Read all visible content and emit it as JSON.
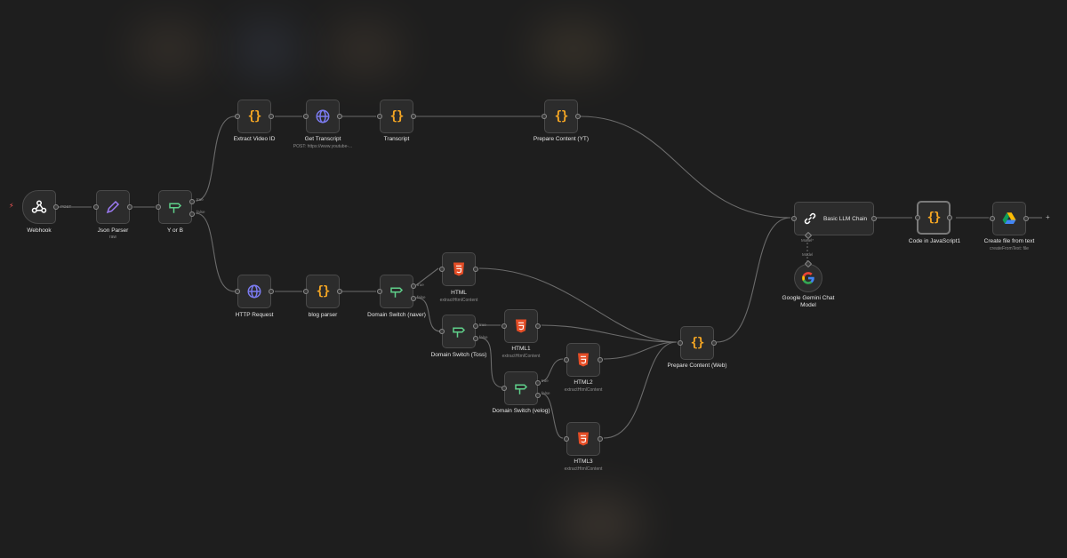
{
  "colors": {
    "canvas": "#1e1e1e",
    "node_bg": "#2c2c2c",
    "node_border": "#4a4a4a",
    "code_orange": "#f5a623",
    "http_purple": "#7b7bf0",
    "switch_green": "#5fd08a",
    "html_orange": "#e44d26",
    "trigger_red": "#ff5a5a"
  },
  "nodes": {
    "webhook": {
      "label": "Webhook",
      "icon": "webhook-icon"
    },
    "json_parser": {
      "label": "Json Parser",
      "sublabel": "raw",
      "icon": "pencil-icon"
    },
    "y_or_b": {
      "label": "Y or B",
      "icon": "switch-icon",
      "out_true": "true",
      "out_false": "false"
    },
    "extract_video_id": {
      "label": "Extract Video ID",
      "icon": "code-icon"
    },
    "get_transcript": {
      "label": "Get Transcript",
      "sublabel": "POST: https://www.youtube-...",
      "icon": "globe-icon"
    },
    "transcript": {
      "label": "Transcript",
      "icon": "code-icon"
    },
    "prepare_content_yt": {
      "label": "Prepare Content (YT)",
      "icon": "code-icon"
    },
    "http_request": {
      "label": "HTTP Request",
      "icon": "globe-icon"
    },
    "blog_parser": {
      "label": "blog parser",
      "icon": "code-icon"
    },
    "domain_switch_naver": {
      "label": "Domain Switch (naver)",
      "icon": "switch-icon",
      "out_true": "true",
      "out_false": "false"
    },
    "html": {
      "label": "HTML",
      "sublabel": "extractHtmlContent",
      "icon": "html5-icon"
    },
    "domain_switch_toss": {
      "label": "Domain Switch (Toss)",
      "icon": "switch-icon",
      "out_true": "true",
      "out_false": "false"
    },
    "html1": {
      "label": "HTML1",
      "sublabel": "extractHtmlContent",
      "icon": "html5-icon"
    },
    "html2": {
      "label": "HTML2",
      "sublabel": "extractHtmlContent",
      "icon": "html5-icon"
    },
    "domain_switch_velog": {
      "label": "Domain Switch (velog)",
      "icon": "switch-icon",
      "out_true": "true",
      "out_false": "false"
    },
    "html3": {
      "label": "HTML3",
      "sublabel": "extractHtmlContent",
      "icon": "html5-icon"
    },
    "prepare_content_web": {
      "label": "Prepare Content (Web)",
      "icon": "code-icon"
    },
    "basic_llm_chain": {
      "label": "Basic LLM Chain",
      "icon": "link-icon",
      "port_model": "Model*"
    },
    "gemini": {
      "label_line1": "Google Gemini Chat",
      "label_line2": "Model",
      "port_model": "Model",
      "icon": "google-icon"
    },
    "code_js": {
      "label": "Code in JavaScript1",
      "icon": "code-icon"
    },
    "create_file": {
      "label": "Create file from text",
      "sublabel": "createFromText: file",
      "icon": "google-drive-icon"
    }
  },
  "wire_labels": {
    "webhook_out": "POST"
  },
  "add_button": "+",
  "braces_glyph": "{}",
  "trigger_glyph": "⚡"
}
